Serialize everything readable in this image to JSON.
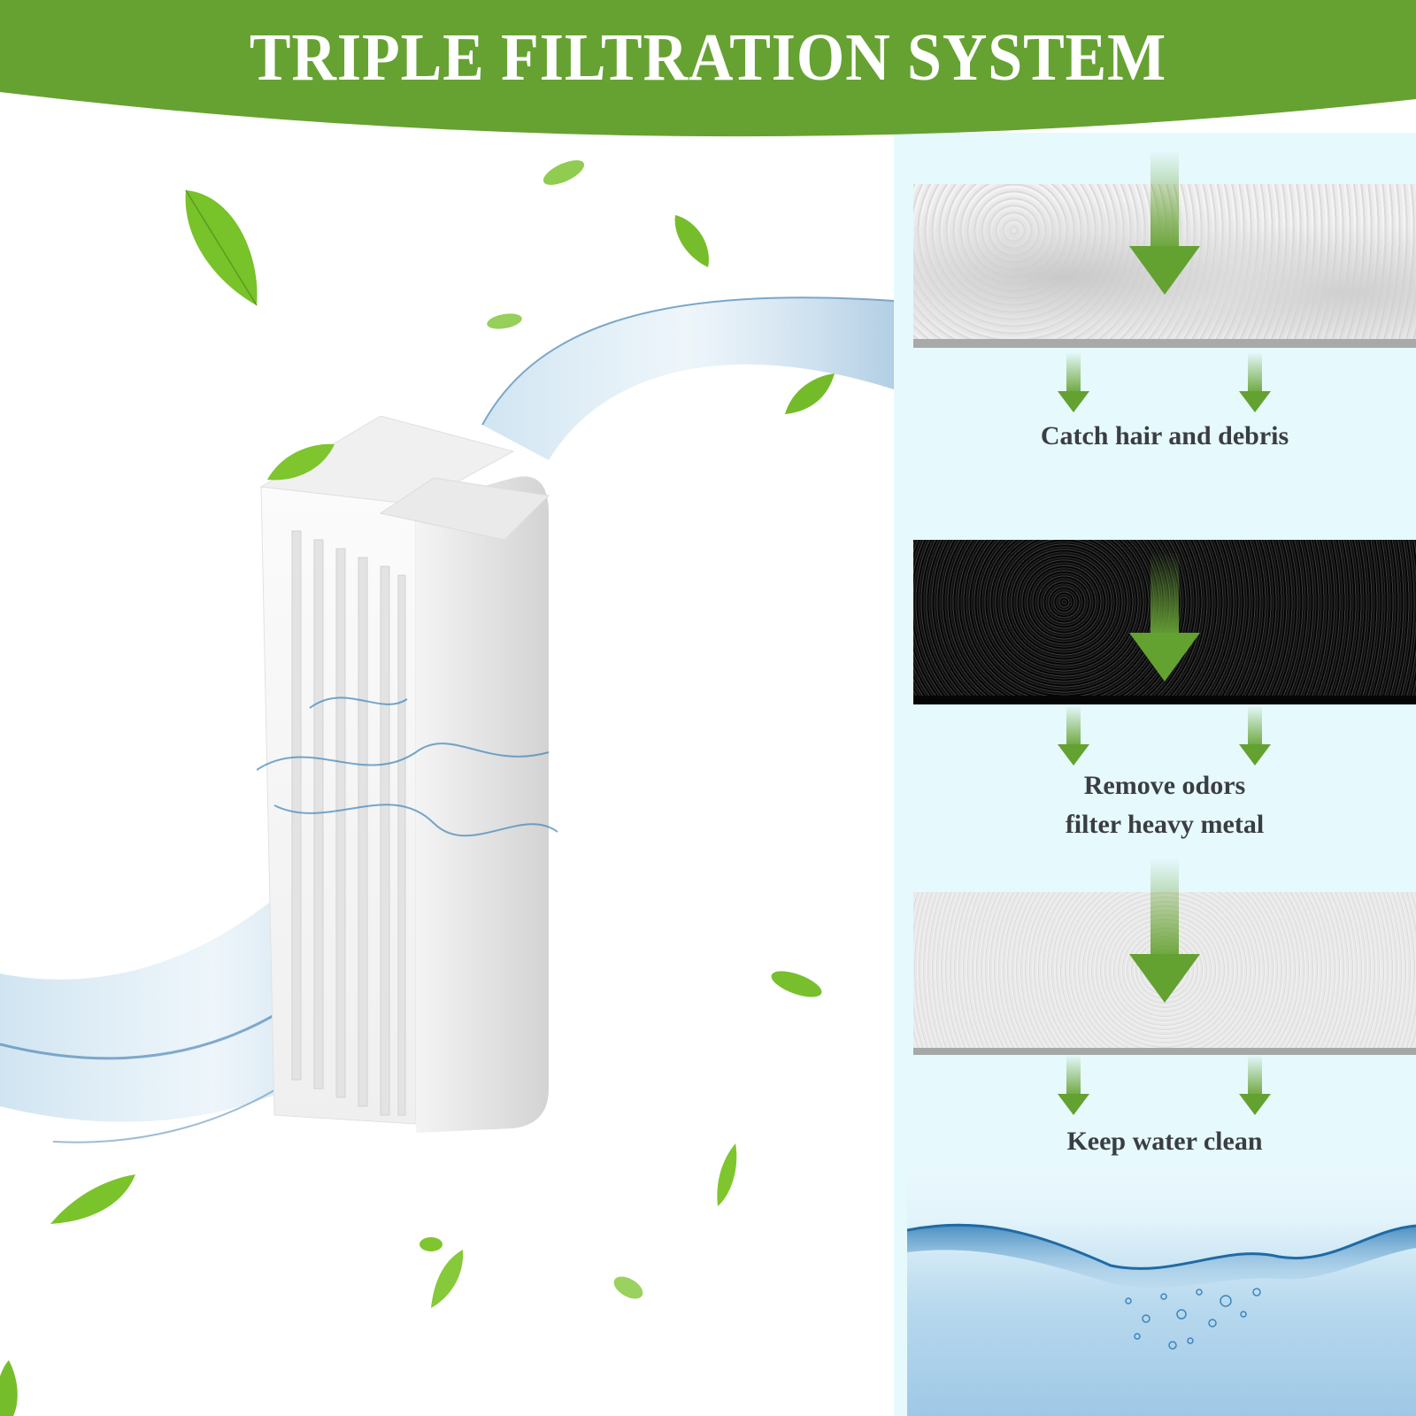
{
  "banner": {
    "title": "TRIPLE FILTRATION SYSTEM",
    "color": "#66a232",
    "text_color": "#ffffff"
  },
  "product": {
    "description": "white rectangular filter cartridge with vertical slots and water splash",
    "icon": "filter-cartridge-icon"
  },
  "filtration_layers": [
    {
      "name": "white foam filter",
      "texture": "coarse white sponge",
      "caption": "Catch hair and debris"
    },
    {
      "name": "activated carbon filter",
      "texture": "black carbon granules",
      "caption_lines": [
        "Remove odors",
        "filter heavy metal"
      ]
    },
    {
      "name": "fine fiber filter",
      "texture": "fine white cotton",
      "caption": "Keep water clean"
    }
  ],
  "colors": {
    "accent_green": "#63a131",
    "panel_bg": "#e6f9fd",
    "caption_text": "#3a3e42",
    "water_blue": "#9fc8e6"
  },
  "decorations": {
    "leaves": 14,
    "leaf_icon": "leaf-icon",
    "arrow_icon": "down-arrow-icon",
    "water_icon": "water-wave-icon"
  }
}
